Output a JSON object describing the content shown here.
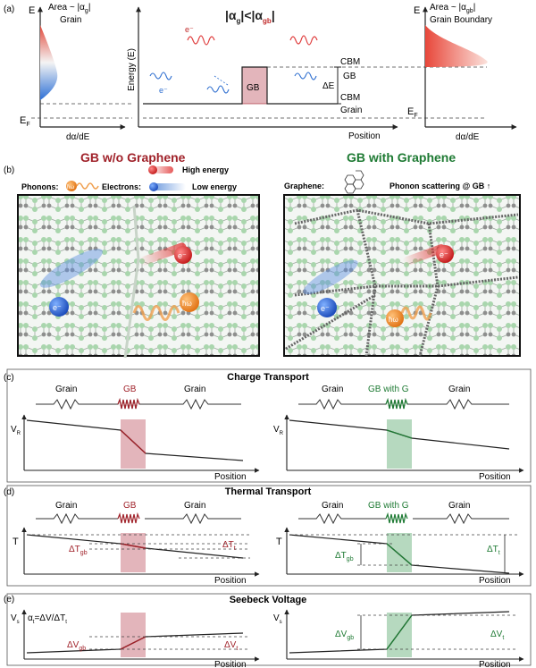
{
  "panel_a": {
    "label": "(a)",
    "left": {
      "e_axis": "E",
      "area_text": "Area ~ |α",
      "area_sub": "g",
      "area_close": "|",
      "region": "Grain",
      "ef": "E",
      "ef_sub": "F",
      "xaxis": "dα/dE"
    },
    "middle": {
      "yaxis": "Energy (E)",
      "formula_open": "|α",
      "formula_g": "g",
      "formula_mid": "|<|α",
      "formula_gb": "gb",
      "formula_close": "|",
      "electron_top": "e⁻",
      "electron_left": "e⁻",
      "gb": "GB",
      "cbm_top": "CBM",
      "gb_label": "GB",
      "delta_e": "ΔE",
      "cbm_bottom": "CBM",
      "grain": "Grain",
      "xaxis": "Position"
    },
    "right": {
      "e_axis": "E",
      "area_text": "Area ~ |α",
      "area_sub": "gb",
      "area_close": "|",
      "region": "Grain Boundary",
      "ef": "E",
      "ef_sub": "F",
      "xaxis": "dα/dE"
    }
  },
  "panel_b": {
    "label": "(b)",
    "left_title": "GB w/o Graphene",
    "right_title": "GB with Graphene",
    "phonons": "Phonons:",
    "phonon_symbol": "ħω",
    "electrons": "Electrons:",
    "electron_symbol": "e⁻",
    "high_energy": "High energy",
    "low_energy": "Low energy",
    "graphene": "Graphene:",
    "phonon_scattering": "Phonon scattering @ GB ↑"
  },
  "panel_c": {
    "label": "(c)",
    "title": "Charge Transport",
    "left": {
      "grain1": "Grain",
      "gb": "GB",
      "grain2": "Grain",
      "y": "V",
      "y_sub": "R",
      "x": "Position"
    },
    "right": {
      "grain1": "Grain",
      "gb": "GB with G",
      "grain2": "Grain",
      "y": "V",
      "y_sub": "R",
      "x": "Position"
    }
  },
  "panel_d": {
    "label": "(d)",
    "title": "Thermal Transport",
    "left": {
      "grain1": "Grain",
      "gb": "GB",
      "grain2": "Grain",
      "y": "T",
      "dtgb": "ΔT",
      "dtgb_sub": "gb",
      "dtt": "ΔT",
      "dtt_sub": "t",
      "x": "Position"
    },
    "right": {
      "grain1": "Grain",
      "gb": "GB with G",
      "grain2": "Grain",
      "y": "T",
      "dtgb": "ΔT",
      "dtgb_sub": "gb",
      "dtt": "ΔT",
      "dtt_sub": "t",
      "x": "Position"
    }
  },
  "panel_e": {
    "label": "(e)",
    "title": "Seebeck Voltage",
    "left": {
      "y": "V",
      "y_sub": "s",
      "eq_a": "α",
      "eq_a_sub": "t",
      "eq_rest": "=ΔV/ΔT",
      "eq_t_sub": "t",
      "dvgb": "ΔV",
      "dvgb_sub": "gb",
      "dvt": "ΔV",
      "dvt_sub": "t",
      "x": "Position"
    },
    "right": {
      "y": "V",
      "y_sub": "s",
      "dvgb": "ΔV",
      "dvgb_sub": "gb",
      "dvt": "ΔV",
      "dvt_sub": "t",
      "x": "Position"
    }
  },
  "colors": {
    "red": "#a0222a",
    "green": "#1e7a33",
    "gb_fill_red": "#e3b5bb",
    "gb_fill_green": "#b6d9bf",
    "blue": "#2f6fd0"
  }
}
